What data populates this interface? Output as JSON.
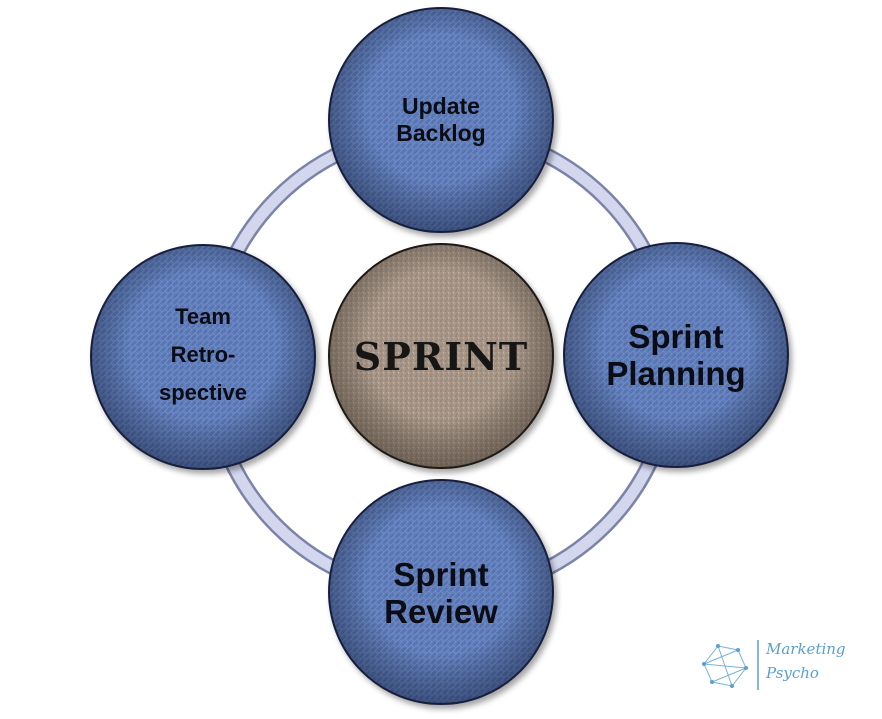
{
  "diagram": {
    "center": {
      "label": "SPRINT"
    },
    "nodes": [
      {
        "id": "update-backlog",
        "label": "Update\nBacklog"
      },
      {
        "id": "sprint-planning",
        "label": "Sprint\nPlanning"
      },
      {
        "id": "sprint-review",
        "label": "Sprint\nReview"
      },
      {
        "id": "team-retrospective",
        "label": "Team\nRetro-\nspective"
      }
    ]
  },
  "logo": {
    "line1": "Marketing",
    "line2": "Psycho"
  },
  "colors": {
    "node_fill": "#5b79b8",
    "node_stroke": "#1a2340",
    "center_fill": "#a89788",
    "ring": "#c9cde6",
    "logo": "#5aa0d0"
  }
}
